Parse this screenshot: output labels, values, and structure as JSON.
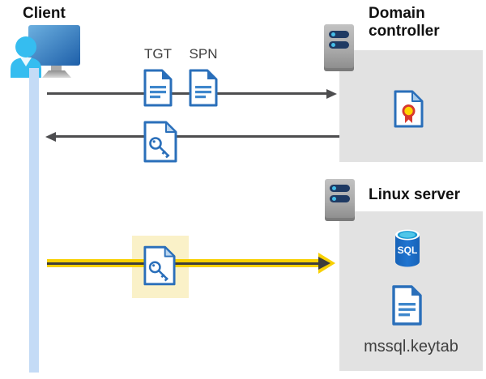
{
  "client": {
    "label": "Client"
  },
  "flows": {
    "tgt_label": "TGT",
    "spn_label": "SPN"
  },
  "domain_controller": {
    "title": "Domain controller"
  },
  "linux_server": {
    "title": "Linux server",
    "sql_label": "SQL",
    "keytab_label": "mssql.keytab"
  },
  "icons": {
    "client": "client-user-monitor-icon",
    "server": "server-icon",
    "ticket": "document-icon",
    "key": "key-document-icon",
    "certificate": "certificate-icon",
    "sql": "sql-database-icon"
  },
  "colors": {
    "doc_blue": "#2a6fba",
    "doc_line_blue": "#3e87cc",
    "panel_gray": "#e2e2e2",
    "client_line_blue": "#c4dbf6",
    "arrow_dark": "#4d4d4f",
    "arrow_yellow": "#f8d002",
    "highlight_yellow": "#faf1c8",
    "person_cyan": "#35bdf0",
    "rosette_red": "#d8382e",
    "rosette_yellow": "#ffd400",
    "sql_blue": "#1a6ac0",
    "sql_cyan": "#2fb7e3"
  }
}
